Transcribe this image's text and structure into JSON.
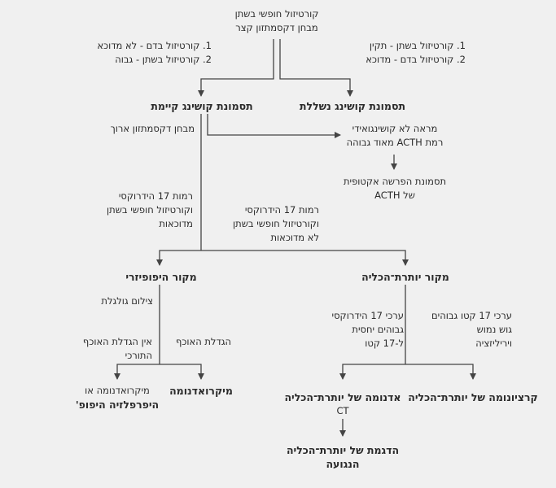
{
  "top": {
    "line1": "קורטיזול חופשי בשתן",
    "line2": "מבחן דקסמתזון קצר"
  },
  "left_criteria": {
    "line1": "1. קורטיזול בדם - לא מדוכא",
    "line2": "2. קורטיזול בשתן - גבוה"
  },
  "right_criteria": {
    "line1": "1. קורטיזול בשתן - תקין",
    "line2": "2. קורטיזול בדם - מדוכא"
  },
  "exists": "תסמונת קושינג קיימת",
  "excluded": "תסמונת קושינג נשללת",
  "long_test": "מבחן דקסמתזון ארוך",
  "acth_box": {
    "line1": "מראה לא קושינגואידי",
    "line2": "רמת ACTH מאוד גבוהה"
  },
  "ectopic": {
    "line1": "תסמונת הפרשה אקטופית",
    "line2": "של  ACTH"
  },
  "suppressed": {
    "line1": "רמות 17 הידרוקסי",
    "line2": "וקורטיזול חופשי בשתן",
    "line3": "מדוכאות"
  },
  "not_suppressed": {
    "line1": "רמות 17 הידרוקסי",
    "line2": "וקורטיזול חופשי בשתן",
    "line3": "לא מדוכאות"
  },
  "pituitary": "מקור היפופיזרי",
  "adrenal": "מקור יותרת־הכליה",
  "skull_xray": "צילום גולגלת",
  "no_sella": {
    "line1": "אין הגדלת האוכף",
    "line2": "התורכי"
  },
  "sella": "הגדלת האוכף",
  "microadenoma_or": {
    "line1": "מיקרואדנומה או",
    "line2": "היפרפלזיה היפופ'"
  },
  "microadenoma": "מיקרואדנומה",
  "adrenal_left_crit": {
    "line1": "ערכי 17 הידרוקסי",
    "line2": "גבוהים יחסית",
    "line3": "ל-17 קטו"
  },
  "adrenal_right_crit": {
    "line1": "ערכי 17 קטו גבוהים",
    "line2": "גוש נמוש",
    "line3": "ויריליזציה"
  },
  "adenoma": "אדנומה של יותרת־הכליה",
  "ct": "CT",
  "carcinoma": "קרציונומה של יותרת־הכליה",
  "imaging": {
    "line1": "הדגמת של יותרת־הכליה",
    "line2": "הנגועה"
  },
  "colors": {
    "background": "#f0f0f0",
    "line": "#444444",
    "text": "#2a2a2a"
  }
}
